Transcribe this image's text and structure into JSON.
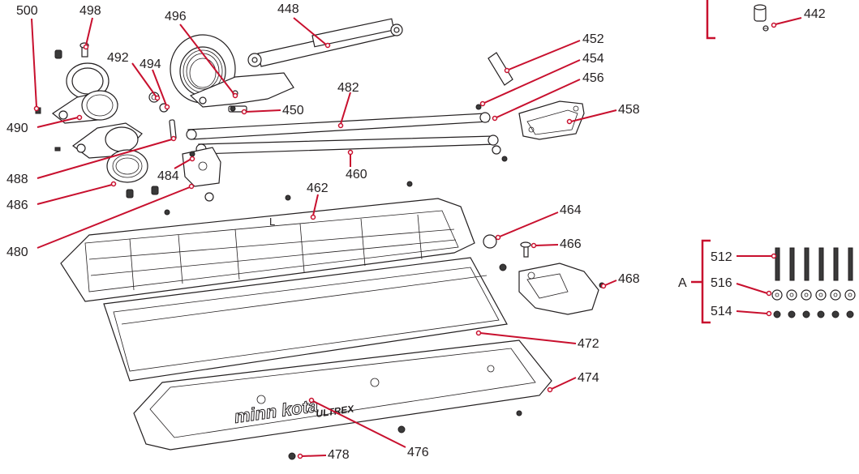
{
  "diagram": {
    "callouts": [
      {
        "id": "c500",
        "label": "500"
      },
      {
        "id": "c498",
        "label": "498"
      },
      {
        "id": "c496",
        "label": "496"
      },
      {
        "id": "c448",
        "label": "448"
      },
      {
        "id": "c442",
        "label": "442"
      },
      {
        "id": "c492",
        "label": "492"
      },
      {
        "id": "c494",
        "label": "494"
      },
      {
        "id": "c452",
        "label": "452"
      },
      {
        "id": "c454",
        "label": "454"
      },
      {
        "id": "c456",
        "label": "456"
      },
      {
        "id": "c482",
        "label": "482"
      },
      {
        "id": "c450",
        "label": "450"
      },
      {
        "id": "c458",
        "label": "458"
      },
      {
        "id": "c490",
        "label": "490"
      },
      {
        "id": "c488",
        "label": "488"
      },
      {
        "id": "c460",
        "label": "460"
      },
      {
        "id": "c484",
        "label": "484"
      },
      {
        "id": "c486",
        "label": "486"
      },
      {
        "id": "c462",
        "label": "462"
      },
      {
        "id": "c480",
        "label": "480"
      },
      {
        "id": "c464",
        "label": "464"
      },
      {
        "id": "c466",
        "label": "466"
      },
      {
        "id": "c468",
        "label": "468"
      },
      {
        "id": "c512",
        "label": "512"
      },
      {
        "id": "c516",
        "label": "516"
      },
      {
        "id": "c514",
        "label": "514"
      },
      {
        "id": "c472",
        "label": "472"
      },
      {
        "id": "c474",
        "label": "474"
      },
      {
        "id": "c476",
        "label": "476"
      },
      {
        "id": "c478",
        "label": "478"
      }
    ],
    "kit_label": "A",
    "panel_letter": "L",
    "brand_text": "minn kota",
    "brand_sub": "ULTREX",
    "colors": {
      "leader": "#c8102e",
      "linework": "#231f20"
    }
  }
}
